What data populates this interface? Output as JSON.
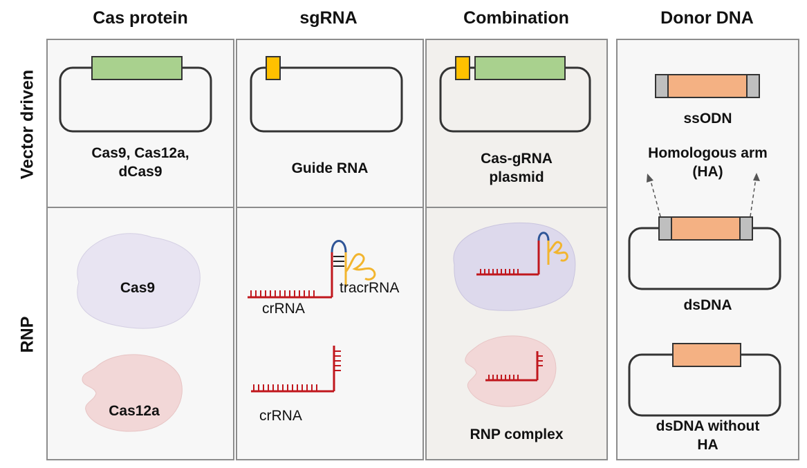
{
  "columns": [
    "Cas protein",
    "sgRNA",
    "Combination",
    "Donor DNA"
  ],
  "rows": [
    "Vector driven",
    "RNP"
  ],
  "cells": {
    "cas_vector": "Cas9, Cas12a,\ndCas9",
    "sg_vector": "Guide RNA",
    "combo_vector": "Cas-gRNA\nplasmid",
    "donor_ssodn": "ssODN",
    "donor_ha": "Homologous arm\n(HA)",
    "cas9": "Cas9",
    "cas12a": "Cas12a",
    "crrna_1": "crRNA",
    "tracrrna": "tracrRNA",
    "crrna_2": "crRNA",
    "rnp_complex": "RNP complex",
    "dsdna": "dsDNA",
    "dsdna_no_ha": "dsDNA without\nHA"
  },
  "colors": {
    "panel_bg": "#f7f7f7",
    "combo_bg": "#f2f0ed",
    "border": "#8c8c8c",
    "cas_gene": "#a9d18e",
    "guide_gene": "#ffc000",
    "donor": "#f4b183",
    "arm": "#bfbfbf",
    "cas9_blob": "#e8e4f2",
    "cas12a_blob": "#f2d7d7",
    "rna_red": "#c0171d",
    "tracr_yellow": "#f2b52e",
    "loop_blue": "#2f5597"
  }
}
